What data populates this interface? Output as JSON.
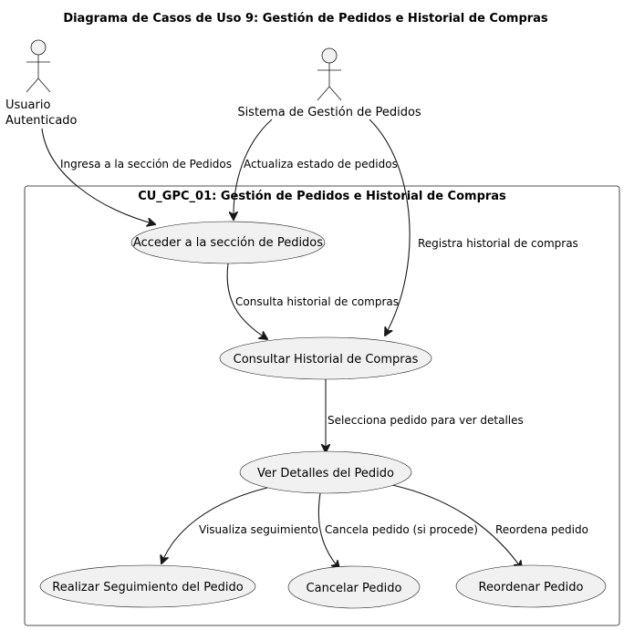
{
  "title": "Diagrama de Casos de Uso 9: Gestión de Pedidos e Historial de Compras",
  "system_boundary": {
    "title": "CU_GPC_01: Gestión de Pedidos e Historial de Compras"
  },
  "actors": {
    "usuario": {
      "line1": "Usuario",
      "line2": "Autenticado"
    },
    "sistema": {
      "label": "Sistema de Gestión de Pedidos"
    }
  },
  "use_cases": {
    "acceder": "Acceder a la sección de Pedidos",
    "consultar": "Consultar Historial de Compras",
    "ver_detalles": "Ver Detalles del Pedido",
    "seguimiento": "Realizar Seguimiento del Pedido",
    "cancelar": "Cancelar Pedido",
    "reordenar": "Reordenar Pedido"
  },
  "edges": {
    "usuario_acceder": "Ingresa a la sección de Pedidos",
    "sistema_acceder": "Actualiza estado de pedidos",
    "sistema_consultar": "Registra historial de compras",
    "acceder_consultar": "Consulta historial de compras",
    "consultar_detalles": "Selecciona pedido para ver detalles",
    "detalles_seguimiento": "Visualiza seguimiento",
    "detalles_cancelar": "Cancela pedido (si procede)",
    "detalles_reordenar": "Reordena pedido"
  }
}
